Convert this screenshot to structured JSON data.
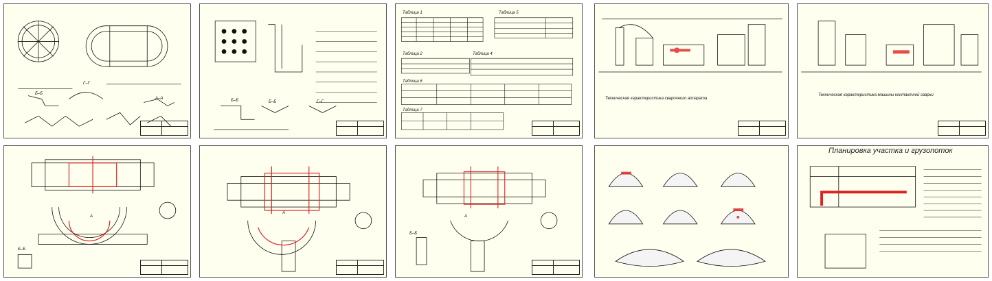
{
  "sheets": [
    {
      "id": "s1",
      "label_a": "Б–Б",
      "label_b": "Г–Г",
      "label_c": "А–А"
    },
    {
      "id": "s2",
      "label_a": "Б–Б",
      "label_b": "Б–Б",
      "label_c": "Г–Г"
    },
    {
      "id": "s3",
      "table1": "Таблица 1",
      "table5": "Таблица 5",
      "table2": "Таблица 2",
      "table4": "Таблица 4",
      "table6": "Таблица 6",
      "table7": "Таблица 7"
    },
    {
      "id": "s4",
      "caption": "Техническая характеристика сварочного аппарата"
    },
    {
      "id": "s5",
      "caption": "Техническая характеристика машины контактной сварки"
    },
    {
      "id": "s6",
      "label_a": "А",
      "label_b": "Б–Б"
    },
    {
      "id": "s7",
      "label_a": "А"
    },
    {
      "id": "s8",
      "label_a": "Б–Б",
      "label_b": "А"
    },
    {
      "id": "s9"
    },
    {
      "id": "s10",
      "title": "Планировка участка и грузопоток"
    }
  ],
  "colors": {
    "sheet_bg": "#fffff0",
    "line": "#111111",
    "accent": "#e02020"
  }
}
